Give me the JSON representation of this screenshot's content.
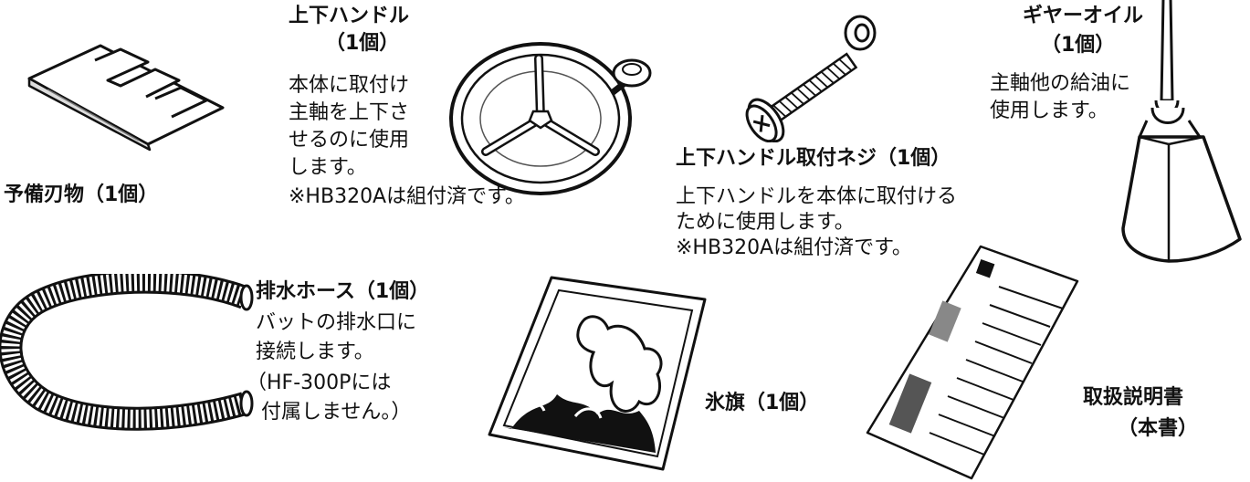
{
  "section_heading": "",
  "blade": {
    "title": "予備刃物（1個）"
  },
  "handle": {
    "title": "上下ハンドル",
    "qty": "（1個）",
    "desc": [
      "本体に取付け",
      "主軸を上下さ",
      "せるのに使用",
      "します。"
    ],
    "note": "※HB320Aは組付済です。"
  },
  "screw": {
    "title": "上下ハンドル取付ネジ（1個）",
    "desc": [
      "上下ハンドルを本体に取付ける",
      "ために使用します。"
    ],
    "note": "※HB320Aは組付済です。"
  },
  "oil": {
    "title": "ギヤーオイル",
    "qty": "（1個）",
    "desc": [
      "主軸他の給油に",
      "使用します。"
    ]
  },
  "hose": {
    "title": "排水ホース（1個）",
    "desc": [
      "バットの排水口に",
      "接続します。",
      "（HF-300Pには",
      "付属しません。）"
    ]
  },
  "flag": {
    "title": "氷旗（1個）"
  },
  "manual": {
    "title": "取扱説明書",
    "sub": "（本書）"
  }
}
